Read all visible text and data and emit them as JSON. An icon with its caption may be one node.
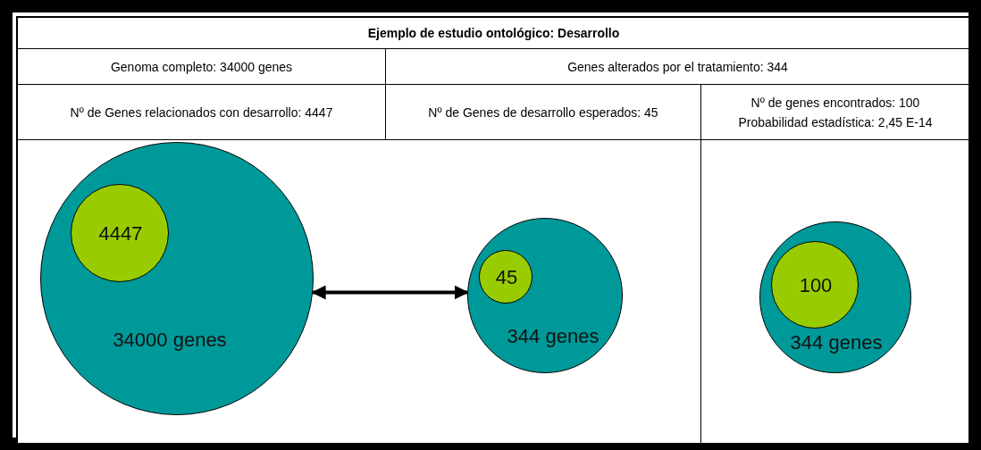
{
  "diagram": {
    "title": "Ejemplo de estudio ontológico: Desarrollo",
    "nodes": [
      {
        "text": [
          "34000 genes"
        ]
      },
      {
        "text": [
          "4447"
        ],
        "in": 0
      },
      {
        "text": [
          "344 genes"
        ]
      },
      {
        "text": [
          "45"
        ],
        "in": 2
      },
      {
        "text": [
          "344 genes"
        ]
      },
      {
        "text": [
          "100"
        ],
        "in": 4
      }
    ],
    "edges": [
      {
        "from": 0,
        "to": 2,
        "arrow": "both"
      }
    ],
    "labels": [
      "Genoma completo: 34000 genes",
      "Genes alterados por el tratamiento: 344",
      "Nº de Genes relacionados con desarrollo: 4447",
      "Nº de Genes de desarrollo esperados: 45",
      "Nº de genes encontrados: 100",
      "Probabilidad estadística: 2,45 E-14"
    ]
  }
}
